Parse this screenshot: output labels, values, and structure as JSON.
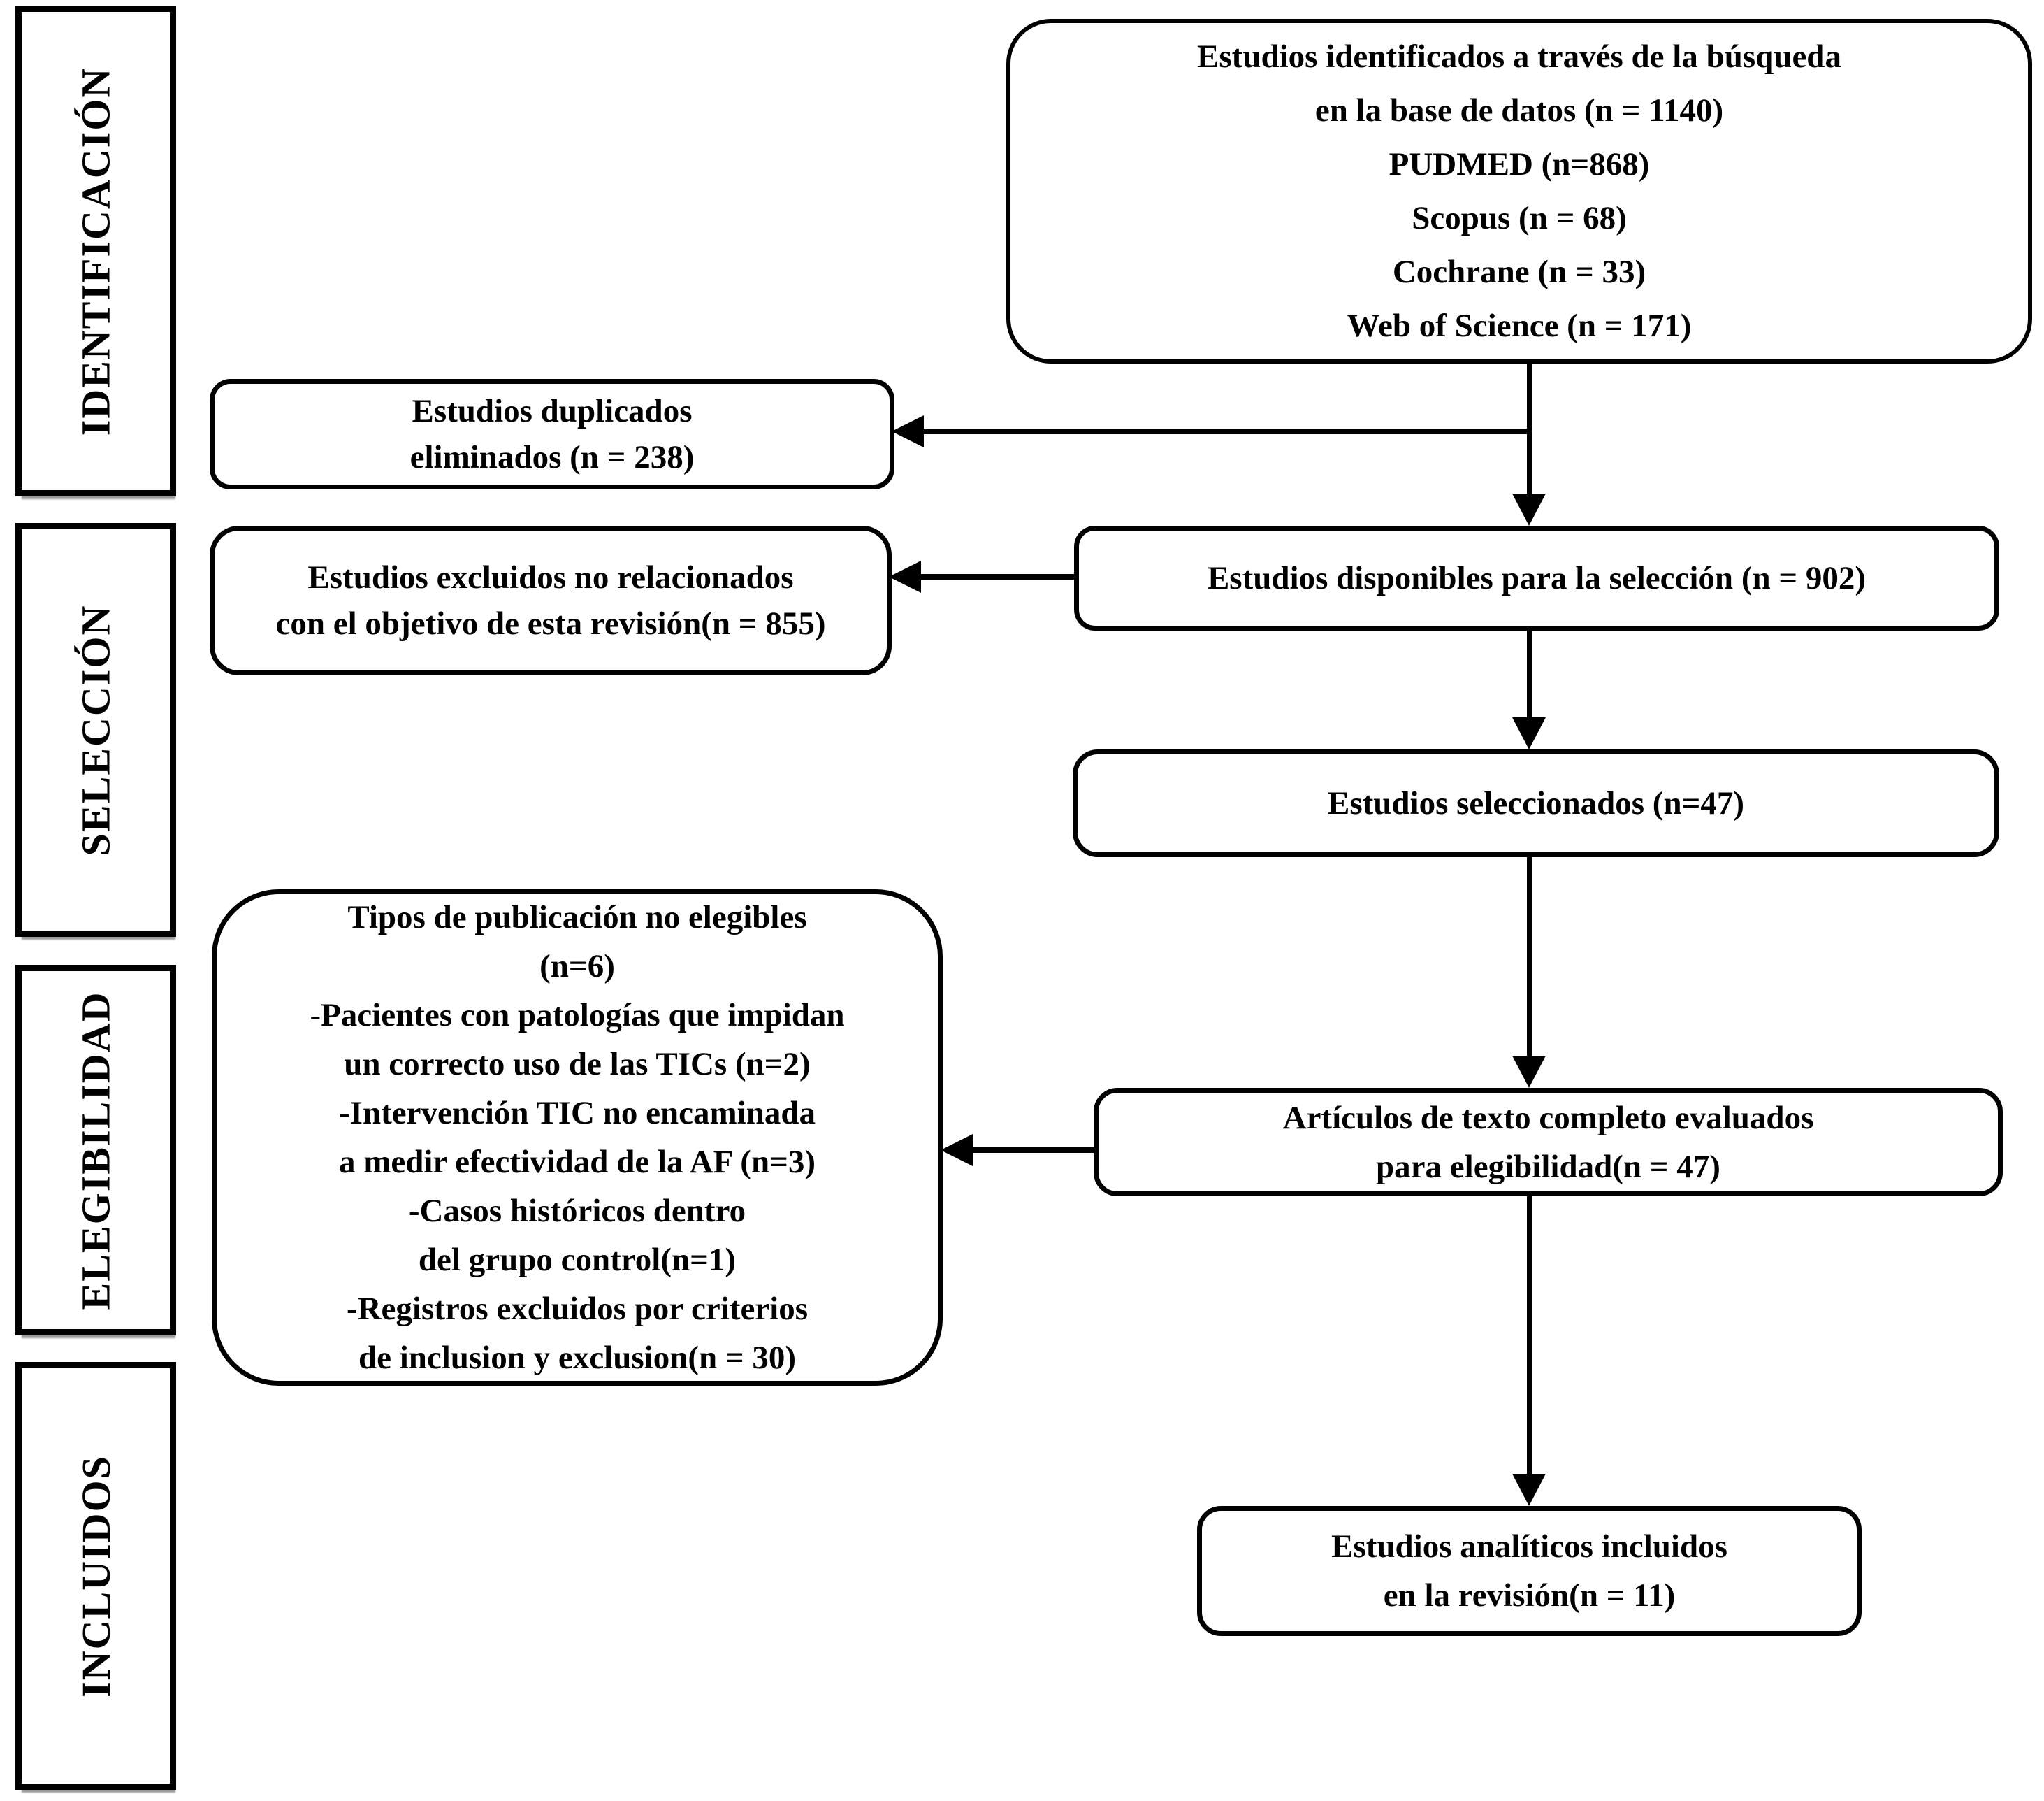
{
  "figure": {
    "background": "#ffffff",
    "line_color": "#000000",
    "stages": [
      {
        "label": "IDENTIFICACIÓN"
      },
      {
        "label": "SELECCIÓN"
      },
      {
        "label": "ELEGIBILIDAD"
      },
      {
        "label": "INCLUIDOS"
      }
    ],
    "boxes": {
      "identified": {
        "lines": [
          "Estudios identificados a través de la búsqueda",
          "en la base de datos (n = 1140)",
          "PUDMED (n=868)",
          "Scopus (n = 68)",
          "Cochrane (n = 33)",
          "Web of Science (n = 171)"
        ]
      },
      "duplicates": {
        "lines": [
          "Estudios duplicados",
          "eliminados (n = 238)"
        ]
      },
      "available": {
        "lines": [
          "Estudios disponibles para la selección (n = 902)"
        ]
      },
      "excluded": {
        "lines": [
          "Estudios excluidos no relacionados",
          "con el objetivo de esta revisión(n = 855)"
        ]
      },
      "selected": {
        "lines": [
          "Estudios seleccionados (n=47)"
        ]
      },
      "not_eligible": {
        "lines": [
          "Tipos de publicación no elegibles",
          "(n=6)",
          "-Pacientes con patologías que impidan",
          "un correcto uso de las TICs (n=2)",
          "-Intervención TIC no encaminada",
          "a medir efectividad de la AF (n=3)",
          "-Casos históricos dentro",
          "del grupo control(n=1)",
          "-Registros excluidos por criterios",
          "de inclusion y exclusion(n = 30)"
        ]
      },
      "fulltext": {
        "lines": [
          "Artículos de texto completo evaluados",
          "para elegibilidad(n = 47)"
        ]
      },
      "included": {
        "lines": [
          "Estudios analíticos incluidos",
          "en la revisión(n = 11)"
        ]
      }
    }
  }
}
